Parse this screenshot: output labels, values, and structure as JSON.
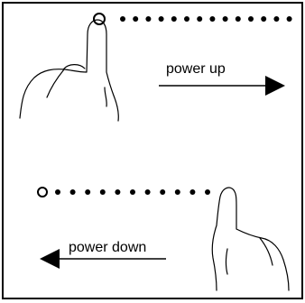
{
  "diagram": {
    "power_up_label": "power up",
    "power_down_label": "power down",
    "top_row_dot_count": 14,
    "bottom_row_dot_count": 11,
    "line_color": "#000000",
    "background_color": "#ffffff"
  }
}
